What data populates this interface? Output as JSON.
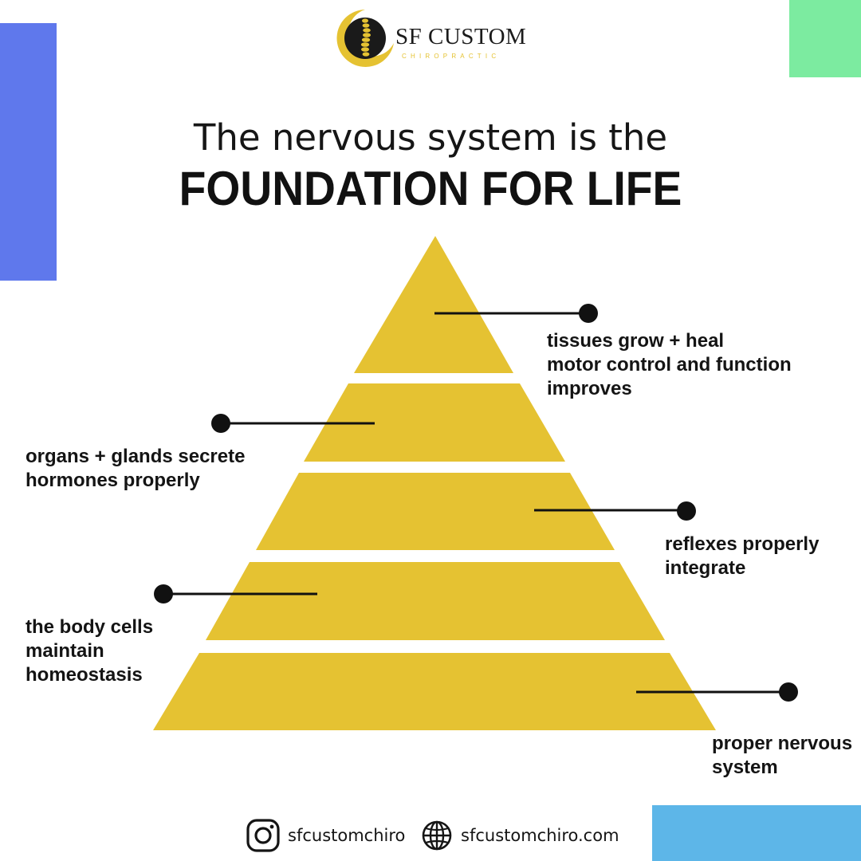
{
  "brand": {
    "name": "SF CUSTOM",
    "tagline": "CHIROPRACTIC"
  },
  "heading": {
    "line1": "The nervous system is the",
    "line2": "FOUNDATION FOR LIFE"
  },
  "pyramid": {
    "levels": [
      {
        "text": "tissues grow + heal\nmotor control and function\nimproves"
      },
      {
        "text": "organs + glands secrete\nhormones properly"
      },
      {
        "text": "reflexes properly\nintegrate"
      },
      {
        "text": "the body cells\nmaintain\nhomeostasis"
      },
      {
        "text": "proper nervous\nsystem"
      }
    ]
  },
  "footer": {
    "instagram": "sfcustomchiro",
    "website": "sfcustomchiro.com"
  },
  "colors": {
    "pyramid_fill": "#E5C232",
    "accent_blue": "#5F78EC",
    "accent_green": "#7CEBA0",
    "accent_light_blue": "#5DB6E8",
    "logo_gold": "#E5C232",
    "text_dark": "#141414"
  },
  "icons": {
    "logo": "spine-crescent-logo",
    "instagram": "instagram-icon",
    "website": "globe-icon"
  }
}
